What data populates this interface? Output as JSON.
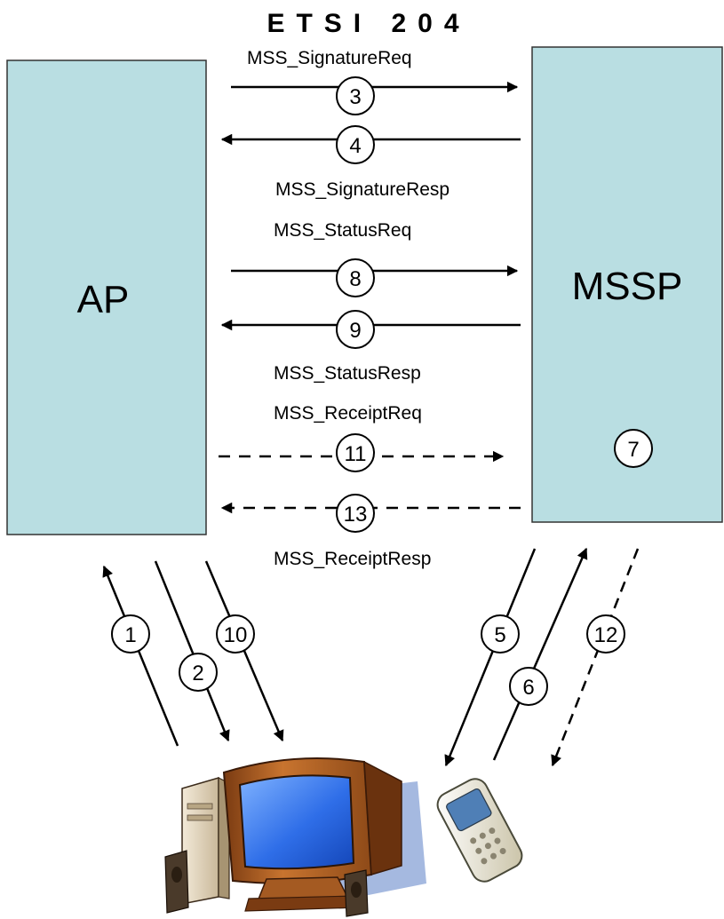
{
  "title": "ETSI 204",
  "colors": {
    "box_fill": "#B9DEE2",
    "box_stroke": "#333333",
    "line": "#000000"
  },
  "entities": {
    "ap": "AP",
    "mssp": "MSSP",
    "computer": "desktop-computer-icon",
    "phone": "mobile-phone-icon"
  },
  "labels": {
    "signature_req": "MSS_SignatureReq",
    "signature_resp": "MSS_SignatureResp",
    "status_req": "MSS_StatusReq",
    "status_resp": "MSS_StatusResp",
    "receipt_req": "MSS_ReceiptReq",
    "receipt_resp": "MSS_ReceiptResp"
  },
  "steps": {
    "s1": "1",
    "s2": "2",
    "s3": "3",
    "s4": "4",
    "s5": "5",
    "s6": "6",
    "s7": "7",
    "s8": "8",
    "s9": "9",
    "s10": "10",
    "s11": "11",
    "s12": "12",
    "s13": "13"
  }
}
